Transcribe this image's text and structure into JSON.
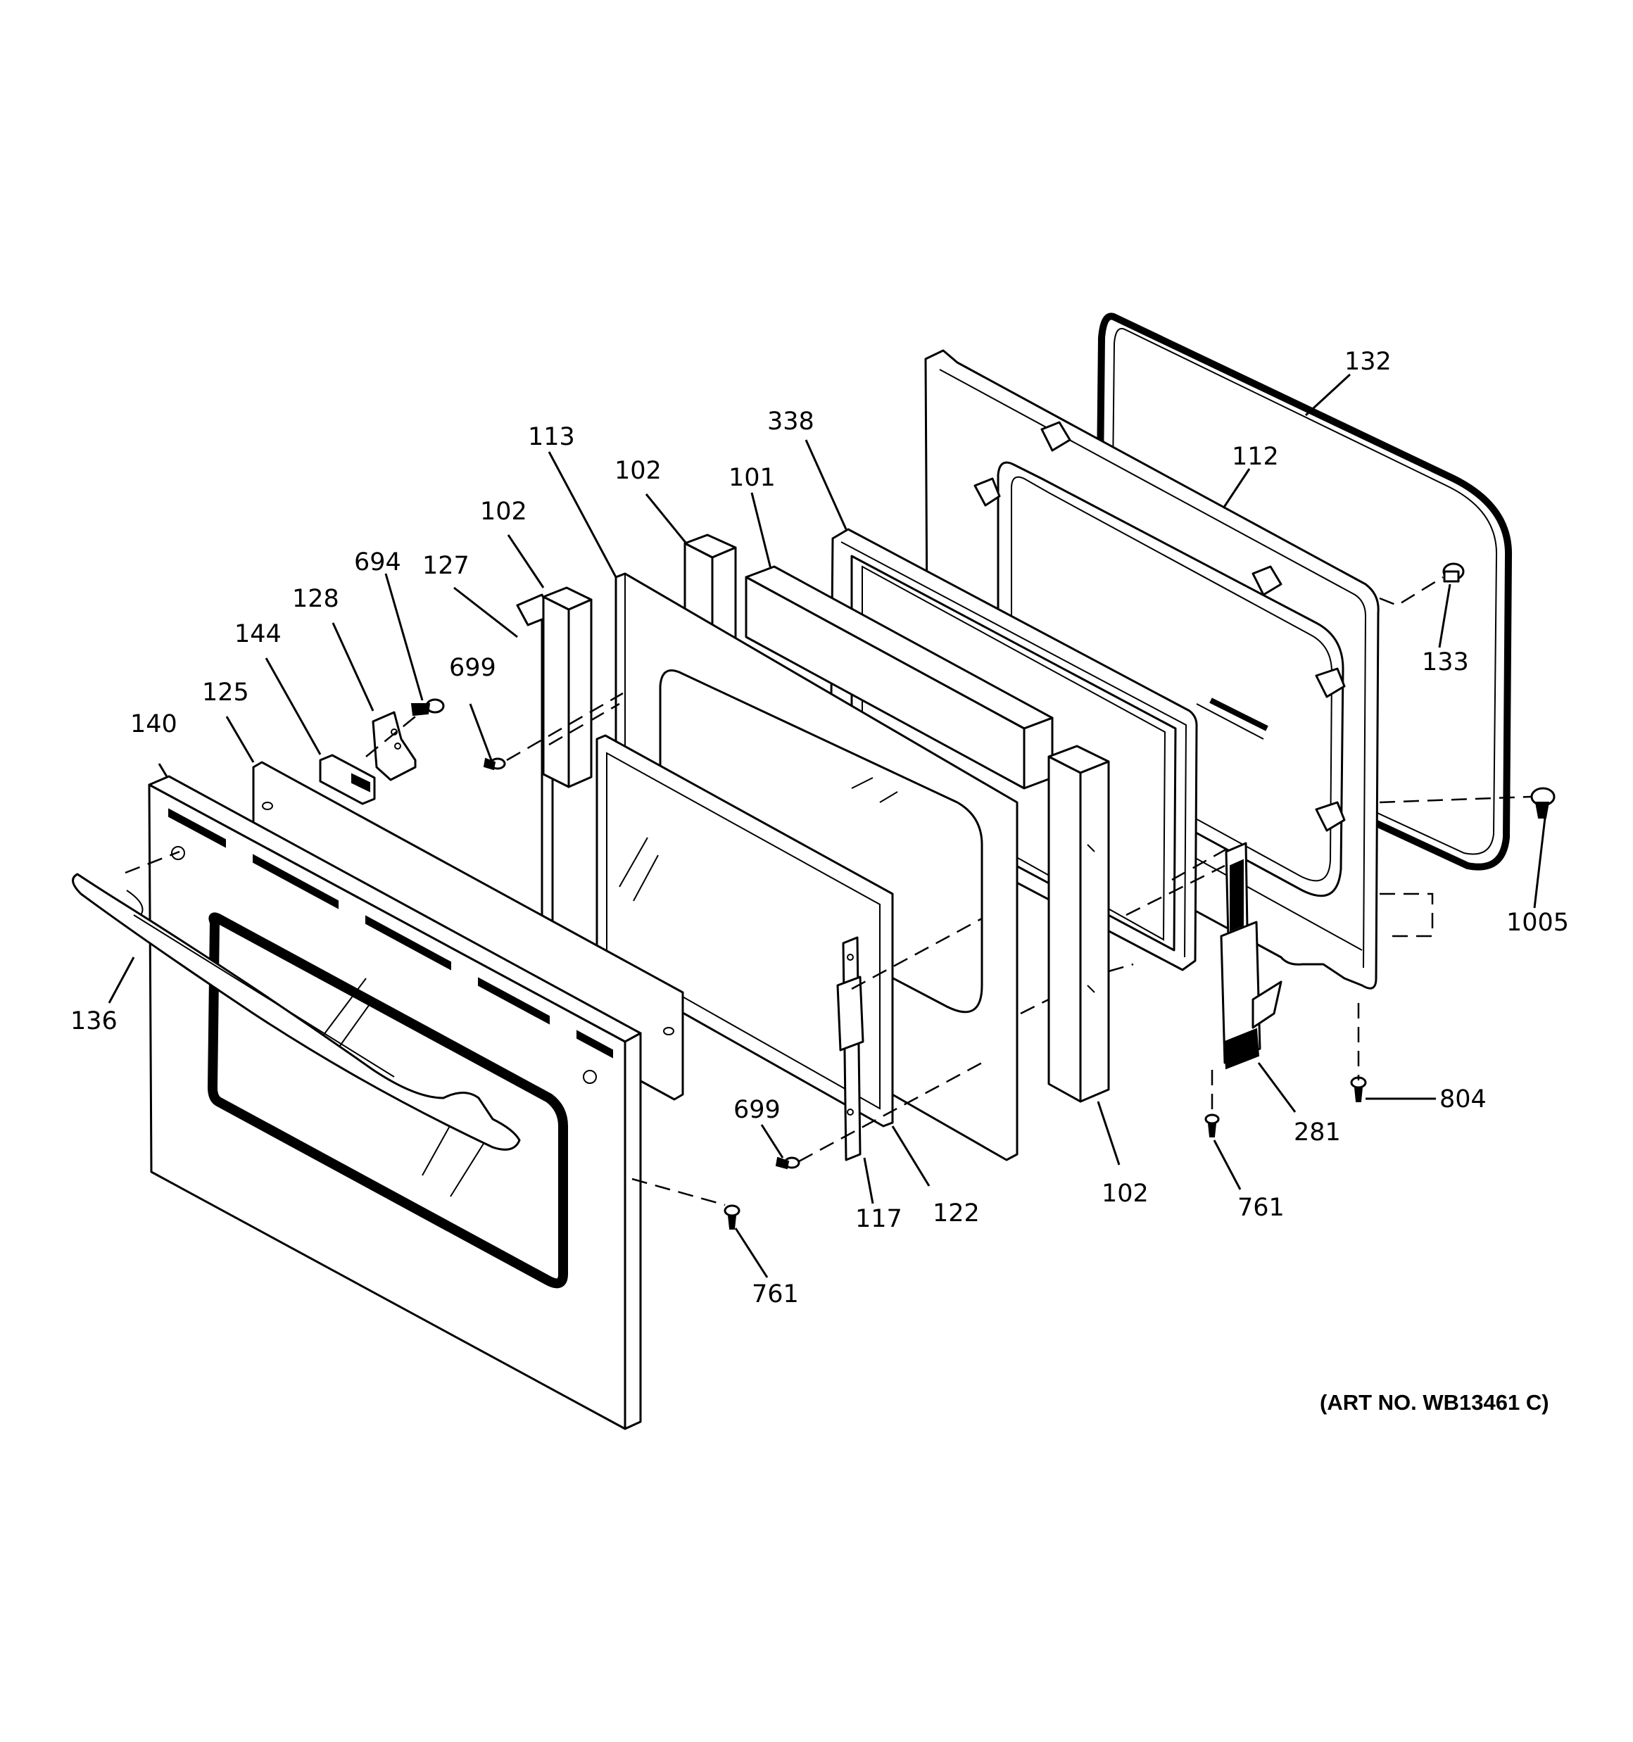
{
  "callouts": {
    "c132": "132",
    "c112": "112",
    "c338": "338",
    "c101": "101",
    "c102_top": "102",
    "c113": "113",
    "c102_left": "102",
    "c127": "127",
    "c694": "694",
    "c128": "128",
    "c699_top": "699",
    "c144": "144",
    "c125": "125",
    "c140": "140",
    "c133": "133",
    "c1005": "1005",
    "c136": "136",
    "c699_bottom": "699",
    "c804": "804",
    "c281": "281",
    "c102_right": "102",
    "c117": "117",
    "c122": "122",
    "c761_right": "761",
    "c761_left": "761"
  },
  "art_number": "(ART NO. WB13461 C)"
}
